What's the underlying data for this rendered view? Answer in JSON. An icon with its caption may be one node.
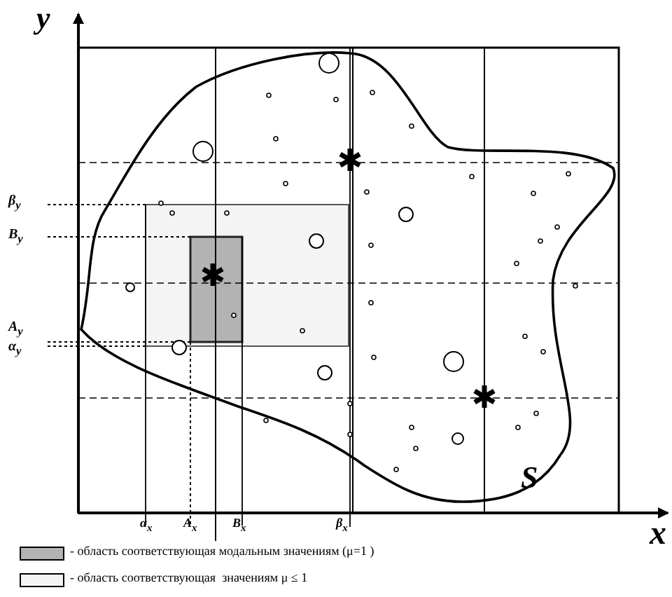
{
  "diagram": {
    "labels": [
      "y",
      "β$_{y}$",
      "B$_{y}$",
      "A$_{y}$",
      "α$_{y}$",
      "S",
      "α$_{x}$",
      "A$_{x}$",
      "B$_{x}$",
      "β$_{x}$",
      "x"
    ],
    "legend": [
      {
        "text": "- область соответствующая модальным значениям (μ=1 )",
        "color": "#b3b3b3"
      },
      {
        "text": "- область соответствующая  значениям μ ≤ 1",
        "color": "#f4f4f4"
      }
    ]
  }
}
